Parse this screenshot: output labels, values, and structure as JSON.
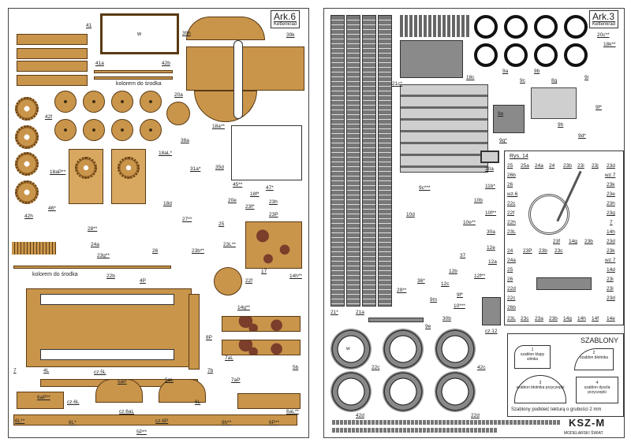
{
  "left_sheet": {
    "title": "Ark.6",
    "subtitle": "Kettenkrad",
    "note_inside_1": "kolorem do środka",
    "note_inside_2": "kolorem do środka",
    "labels": [
      "41",
      "39h",
      "39k",
      "41a",
      "42b",
      "20a",
      "42f",
      "18a**",
      "38a",
      "18aL*",
      "35d",
      "31a*",
      "45**",
      "47*",
      "18aP**",
      "42h",
      "46*",
      "28**",
      "24a",
      "23g**",
      "26",
      "27**",
      "25",
      "23b**",
      "22b",
      "4P",
      "20e",
      "18f*",
      "23f*",
      "23L**",
      "23h",
      "23P",
      "17",
      "14h**",
      "22f",
      "14g**",
      "8P",
      "7",
      "4L",
      "cz.5L",
      "7b",
      "7aL",
      "5b",
      "7aP",
      "6aP**",
      "cz.6L",
      "5aP",
      "5aL",
      "6L",
      "6L**",
      "8L*",
      "cz.6aL",
      "cz.6P",
      "8h**",
      "6P**",
      "6aL**",
      "5P**",
      "18d",
      "w"
    ],
    "colors": {
      "card": "#c9954b",
      "outline": "#5a3a14",
      "camo": "#7a3e2a"
    }
  },
  "right_sheet": {
    "title": "Ark.3",
    "subtitle": "Kettenkrad",
    "figure_label": "Rys. 14",
    "labels": [
      "21c*",
      "18c",
      "20c**",
      "18k**",
      "9a",
      "9b",
      "9c",
      "8g",
      "9i",
      "9f*",
      "9h",
      "9d*",
      "9e",
      "9g*",
      "10a",
      "11b*",
      "9c***",
      "10b",
      "10d",
      "10f**",
      "10e**",
      "30a",
      "12e",
      "37",
      "12a",
      "12b",
      "12c",
      "36*",
      "12f**",
      "29**",
      "9m",
      "9f*",
      "10***",
      "21*",
      "21a",
      "9e",
      "30b",
      "22c",
      "42c",
      "42d",
      "22d",
      "cz.12",
      "w"
    ],
    "fig14_labels": [
      "25",
      "25a",
      "24a",
      "24",
      "23b",
      "23i",
      "23j",
      "23d",
      "26b",
      "wz.7",
      "26",
      "23k",
      "wz.6",
      "23e",
      "22c",
      "23h",
      "22f",
      "23g",
      "22h",
      "7",
      "23L",
      "14h",
      "23f",
      "14g",
      "23b",
      "23d",
      "24",
      "23P",
      "23b",
      "23c",
      "23k",
      "24a",
      "wz.7",
      "25",
      "14d",
      "26",
      "23i",
      "22d",
      "23i",
      "22c",
      "23d",
      "26b",
      "23L",
      "23c",
      "23a",
      "23b",
      "14g",
      "14h",
      "14f",
      "14e"
    ],
    "templates": {
      "title": "SZABLONY",
      "items": [
        {
          "num": "1",
          "text": "szablon klapy silnika"
        },
        {
          "num": "2",
          "text": "szablon błotnika"
        },
        {
          "num": "3",
          "text": "szablon błotnika przyczepki"
        },
        {
          "num": "4",
          "text": "szablon dyszla przyczepki"
        }
      ],
      "footnote": "Szablony podkleić tekturą o grubości 2 mm"
    },
    "logo": {
      "name": "KSZ-M",
      "tagline": "MODELARSKI ŚWIAT"
    },
    "colors": {
      "part": "#8a8a8a",
      "tire": "#222222"
    }
  }
}
